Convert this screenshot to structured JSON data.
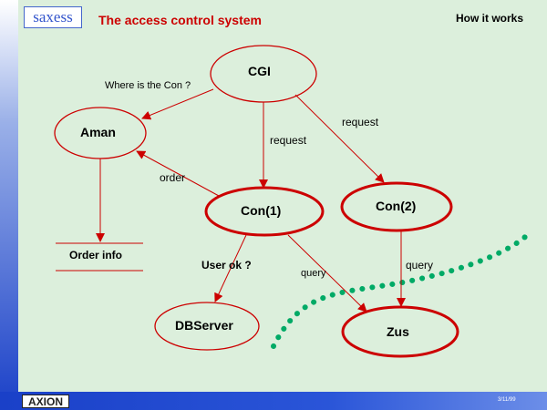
{
  "header": {
    "logo_text": "saxess",
    "title": "The access control system",
    "right_label": "How it works"
  },
  "footer": {
    "logo_text": "AXION",
    "date": "3/11/99"
  },
  "colors": {
    "background": "#dcefdc",
    "accent_red": "#cc0000",
    "footer_blue": "#1a40c8",
    "dotted_curve": "#00aa66"
  },
  "diagram": {
    "nodes": {
      "cgi": "CGI",
      "aman": "Aman",
      "con1": "Con(1)",
      "con2": "Con(2)",
      "dbserver": "DBServer",
      "zus": "Zus",
      "order_info": "Order info"
    },
    "edge_labels": {
      "where_is_con": "Where is the Con ?",
      "request_cgi_con1": "request",
      "request_cgi_con2": "request",
      "order": "order",
      "user_ok": "User ok ?",
      "query_con1_zus": "query",
      "query_con2_zus": "query"
    }
  }
}
